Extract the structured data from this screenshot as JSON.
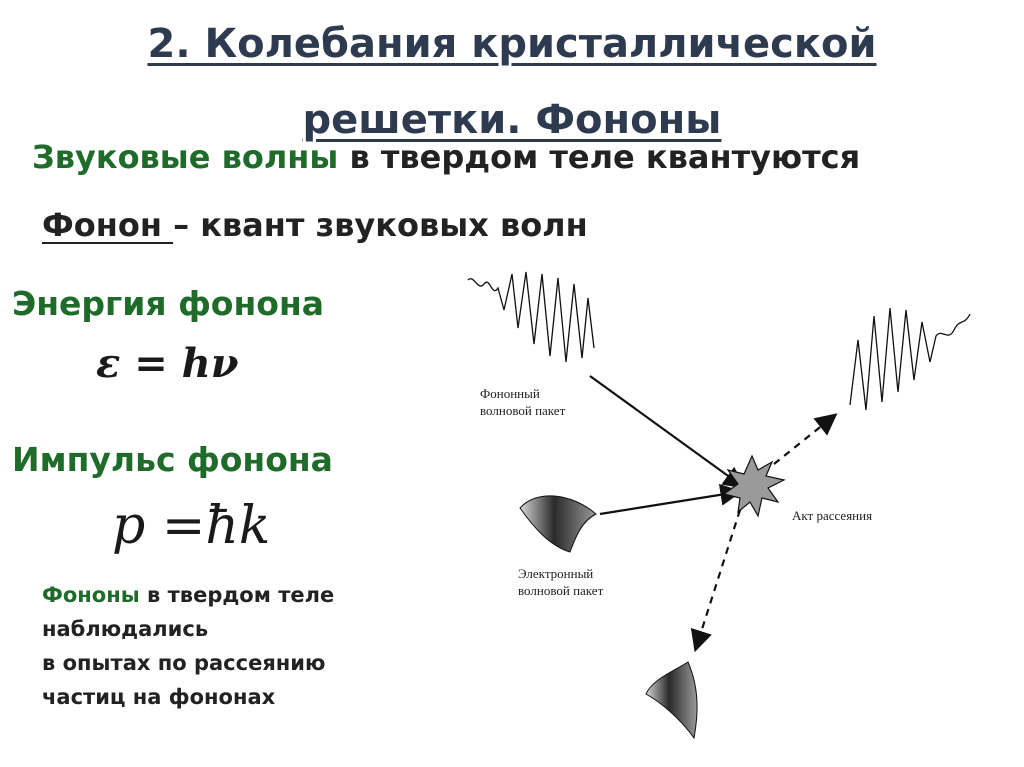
{
  "title": {
    "line1": "2. Колебания кристаллической",
    "line2": "решетки. Фононы"
  },
  "statement": {
    "highlight": "Звуковые волны",
    "rest": " в твердом теле квантуются"
  },
  "definition": {
    "term": "Фонон ",
    "rest": "– квант звуковых волн"
  },
  "energy": {
    "heading": "Энергия фонона",
    "formula": "ε = hν"
  },
  "momentum": {
    "heading": "Импульс фонона",
    "formula": "p =ħk"
  },
  "note": {
    "highlight": "Фононы",
    "line1_rest": " в твердом теле",
    "line2": "наблюдались",
    "line3": "в опытах по рассеянию",
    "line4": "частиц на фононах"
  },
  "diagram": {
    "phonon_packet_line1": "Фононный",
    "phonon_packet_line2": "волновой пакет",
    "scattering_act": "Акт рассеяния",
    "electron_packet_line1": "Электронный",
    "electron_packet_line2": "волновой пакет"
  }
}
